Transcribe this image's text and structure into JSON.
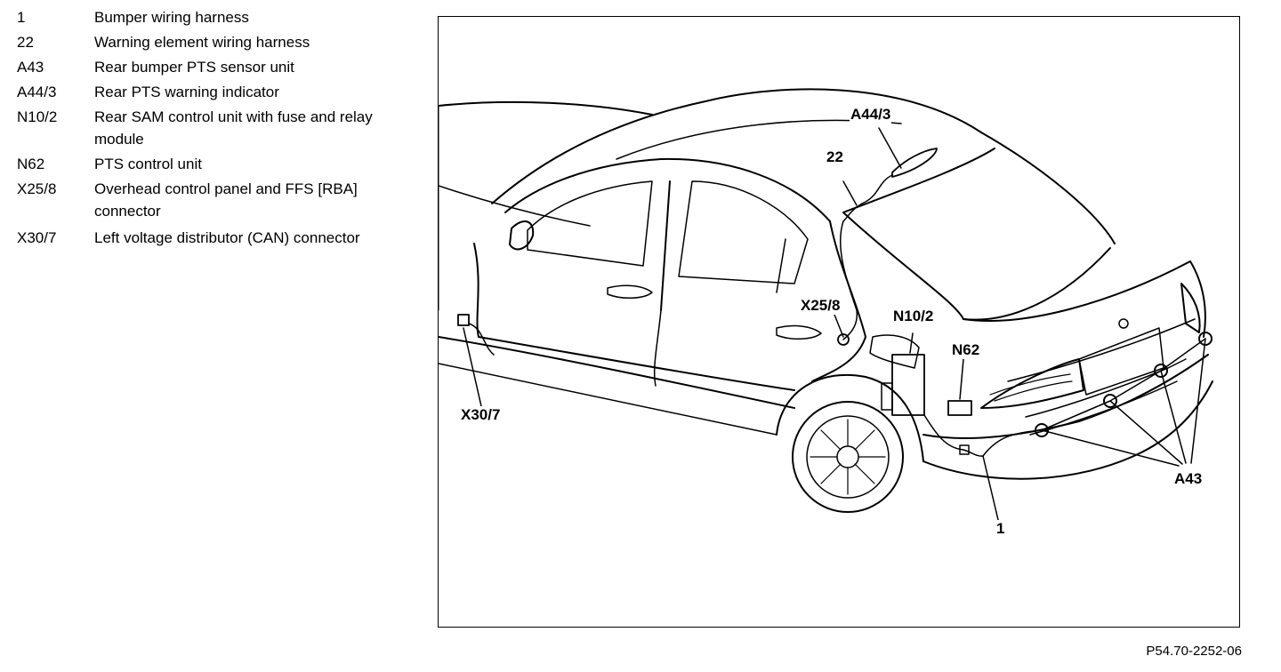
{
  "legend": {
    "items": [
      {
        "code": "1",
        "description": "Bumper wiring harness"
      },
      {
        "code": "22",
        "description": "Warning element wiring harness"
      },
      {
        "code": "A43",
        "description": "Rear bumper PTS sensor unit"
      },
      {
        "code": "A44/3",
        "description": "Rear PTS warning indicator"
      },
      {
        "code": "N10/2",
        "description": "Rear SAM control unit with fuse and relay module"
      },
      {
        "code": "N62",
        "description": "PTS control unit"
      },
      {
        "code": "X25/8",
        "description": "Overhead control panel and FFS [RBA] connector"
      },
      {
        "code": "X30/7",
        "description": "Left voltage distributor (CAN) connector"
      }
    ]
  },
  "diagram": {
    "callouts": {
      "a44_3": "A44/3",
      "harness_22": "22",
      "x25_8": "X25/8",
      "n10_2": "N10/2",
      "n62": "N62",
      "x30_7": "X30/7",
      "a43": "A43",
      "harness_1": "1"
    }
  },
  "figure_ref": "P54.70-2252-06"
}
